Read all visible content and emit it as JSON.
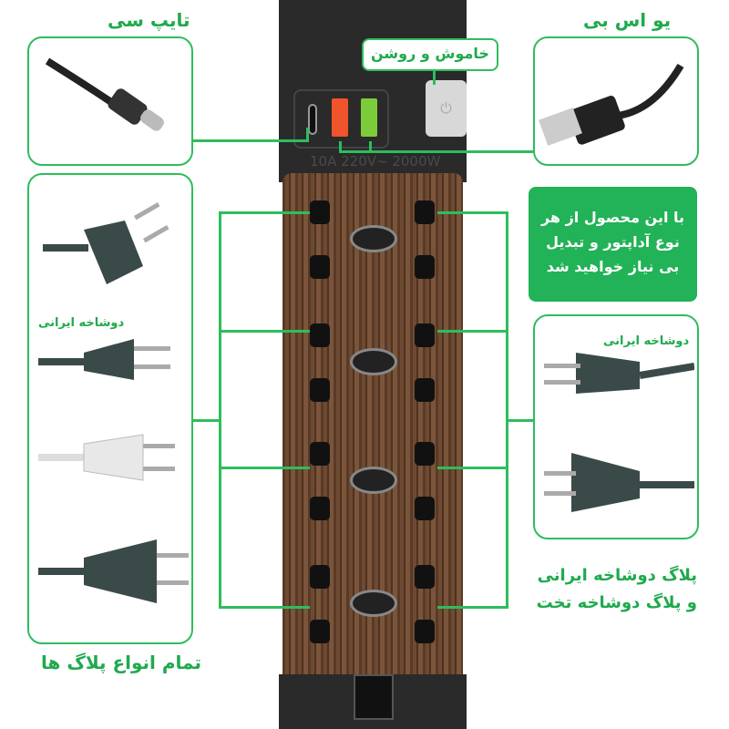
{
  "labels": {
    "type_c": "تایپ سی",
    "usb": "یو اس بی",
    "power_switch": "خاموش و روشن",
    "note_lines": [
      "با این محصول از هر",
      "نوع آداپتور و تبدیل",
      "بی نیاز خواهید شد"
    ],
    "iranian_plug_left": "دوشاخه ایرانی",
    "iranian_plug_right": "دوشاخه ایرانی",
    "flat_plug_lines": [
      "پلاگ دوشاخه ایرانی",
      "و پلاگ دوشاخه تخت"
    ],
    "all_plugs": "تمام انواع پلاگ ها",
    "strip_rating": "10A 220V~ 2000W"
  },
  "colors": {
    "accent": "#2ebd5c",
    "usb_red": "#f0542a",
    "usb_green": "#7ccc3a"
  }
}
